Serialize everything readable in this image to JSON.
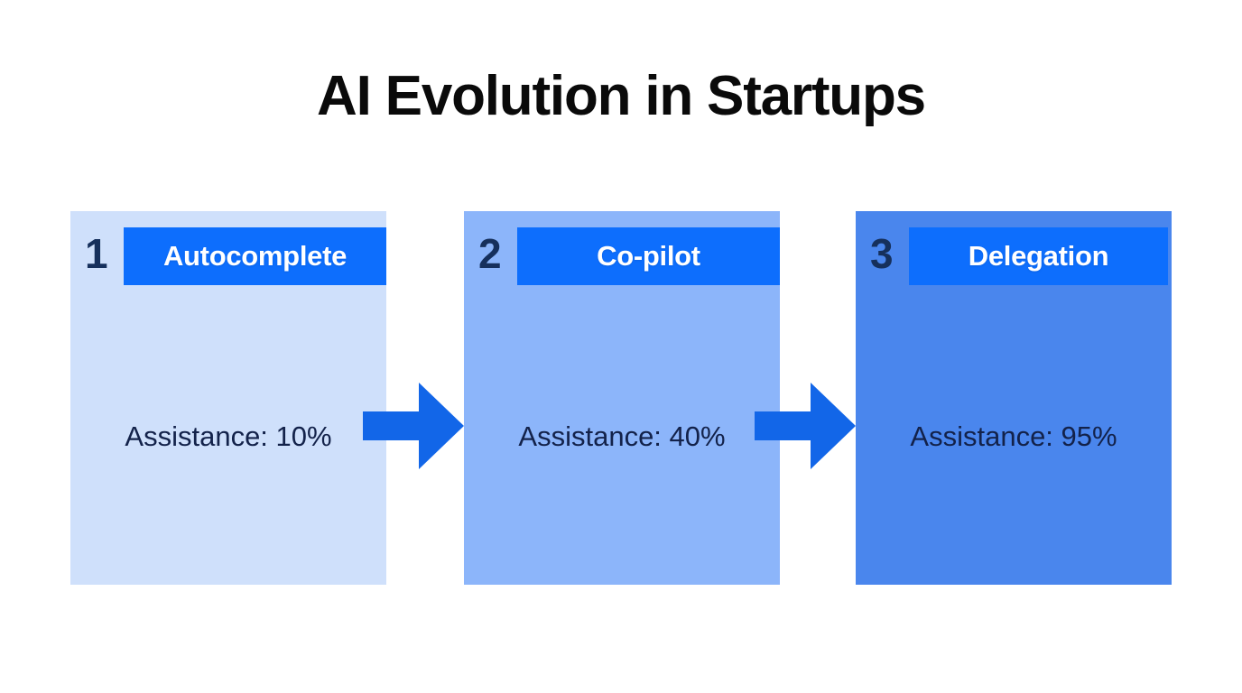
{
  "slide": {
    "title": "AI Evolution in Startups",
    "background_color": "#ffffff",
    "title_color": "#0a0a0a",
    "accent_color": "#0d6efd",
    "number_color": "#16305c",
    "metric_text_color": "#13224a",
    "arrow_color": "#1266e8"
  },
  "stages": [
    {
      "number": "1",
      "label": "Autocomplete",
      "metric": "Assistance: 10%",
      "metric_label": "Assistance",
      "metric_value": "10%",
      "card_color": "#cfe0fb",
      "header_color": "#0d6efd"
    },
    {
      "number": "2",
      "label": "Co-pilot",
      "metric": "Assistance: 40%",
      "metric_label": "Assistance",
      "metric_value": "40%",
      "card_color": "#8cb5fa",
      "header_color": "#0d6efd"
    },
    {
      "number": "3",
      "label": "Delegation",
      "metric": "Assistance: 95%",
      "metric_label": "Assistance",
      "metric_value": "95%",
      "card_color": "#4a86ed",
      "header_color": "#0d6efd"
    }
  ],
  "connectors": [
    {
      "name": "arrow-stage1-to-stage2",
      "direction": "right"
    },
    {
      "name": "arrow-stage2-to-stage3",
      "direction": "right"
    }
  ]
}
